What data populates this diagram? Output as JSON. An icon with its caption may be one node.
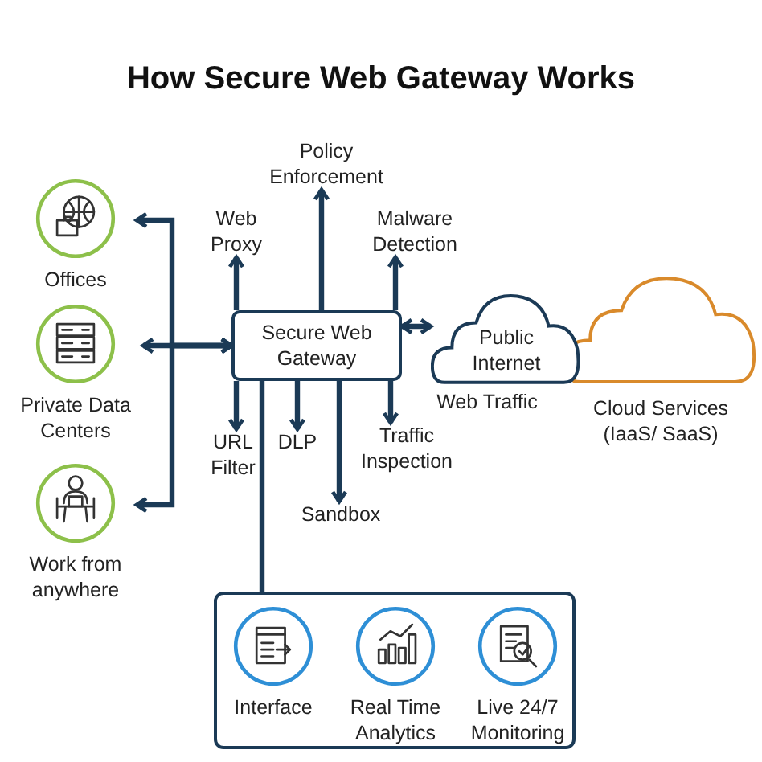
{
  "diagram": {
    "title": "How Secure Web Gateway Works",
    "nodes": [
      {
        "text": [
          "Offices"
        ]
      },
      {
        "text": [
          "Private Data Centers"
        ]
      },
      {
        "text": [
          "Work from anywhere"
        ]
      },
      {
        "text": [
          "Secure Web Gateway"
        ]
      },
      {
        "text": [
          "Web Proxy"
        ]
      },
      {
        "text": [
          "Policy Enforcement"
        ]
      },
      {
        "text": [
          "Malware Detection"
        ]
      },
      {
        "text": [
          "URL Filter"
        ]
      },
      {
        "text": [
          "DLP"
        ]
      },
      {
        "text": [
          "Sandbox"
        ]
      },
      {
        "text": [
          "Traffic Inspection"
        ]
      },
      {
        "text": [
          "Public Internet"
        ],
        "beside": [
          "Web Traffic"
        ]
      },
      {
        "text": [
          "Cloud Services (IaaS/ SaaS)"
        ]
      },
      {
        "text": [],
        "shape": "box"
      },
      {
        "text": [
          "Interface"
        ],
        "in": 13
      },
      {
        "text": [
          "Real Time Analytics"
        ],
        "in": 13
      },
      {
        "text": [
          "Live 24/7 Monitoring"
        ],
        "in": 13
      }
    ],
    "edges": [
      {
        "from": 3,
        "to": 0,
        "arrow": "both"
      },
      {
        "from": 3,
        "to": 1,
        "arrow": "both"
      },
      {
        "from": 3,
        "to": 2,
        "arrow": "both"
      },
      {
        "from": 3,
        "to": 4,
        "arrow": "to"
      },
      {
        "from": 3,
        "to": 5,
        "arrow": "to"
      },
      {
        "from": 3,
        "to": 6,
        "arrow": "to"
      },
      {
        "from": 3,
        "to": 7,
        "arrow": "to"
      },
      {
        "from": 3,
        "to": 8,
        "arrow": "to"
      },
      {
        "from": 3,
        "to": 9,
        "arrow": "to"
      },
      {
        "from": 3,
        "to": 10,
        "arrow": "to"
      },
      {
        "from": 3,
        "to": 11,
        "arrow": "both"
      },
      {
        "from": 3,
        "to": 13,
        "arrow": "none"
      }
    ]
  }
}
